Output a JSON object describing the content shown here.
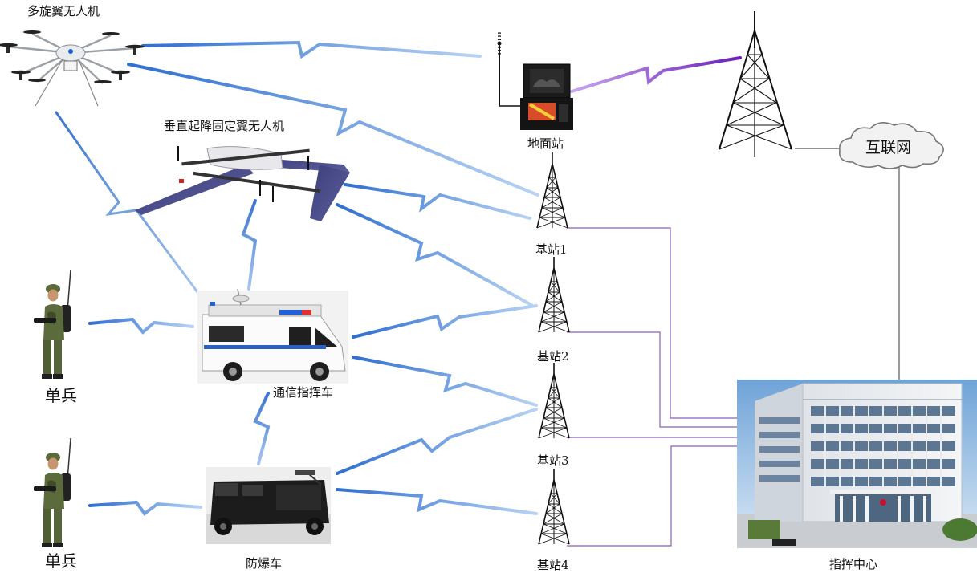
{
  "nodes": {
    "multirotor_drone": {
      "label": "多旋翼无人机",
      "icon": "multirotor-drone-icon"
    },
    "vtol_drone": {
      "label": "垂直起降固定翼无人机",
      "icon": "vtol-fixed-wing-drone-icon"
    },
    "ground_station": {
      "label": "地面站",
      "icon": "ground-station-case-icon"
    },
    "internet": {
      "label": "互联网",
      "icon": "cloud-icon"
    },
    "base_station_1": {
      "label": "基站1",
      "icon": "tower-icon"
    },
    "base_station_2": {
      "label": "基站2",
      "icon": "tower-icon"
    },
    "base_station_3": {
      "label": "基站3",
      "icon": "tower-icon"
    },
    "base_station_4": {
      "label": "基站4",
      "icon": "tower-icon"
    },
    "soldier_1": {
      "label": "单兵",
      "icon": "soldier-icon"
    },
    "soldier_2": {
      "label": "单兵",
      "icon": "soldier-icon"
    },
    "command_vehicle": {
      "label": "通信指挥车",
      "icon": "command-van-icon"
    },
    "explosion_proof_vehicle": {
      "label": "防爆车",
      "icon": "armored-truck-icon"
    },
    "command_center": {
      "label": "指挥中心",
      "icon": "building-icon"
    }
  },
  "colors": {
    "wireless_link": "#2f6fd0",
    "wireless_link_light": "#9cc0ee",
    "relay_link": "#7b2fc4",
    "wired_line": "#8a5fb8",
    "internet_line": "#555555"
  }
}
